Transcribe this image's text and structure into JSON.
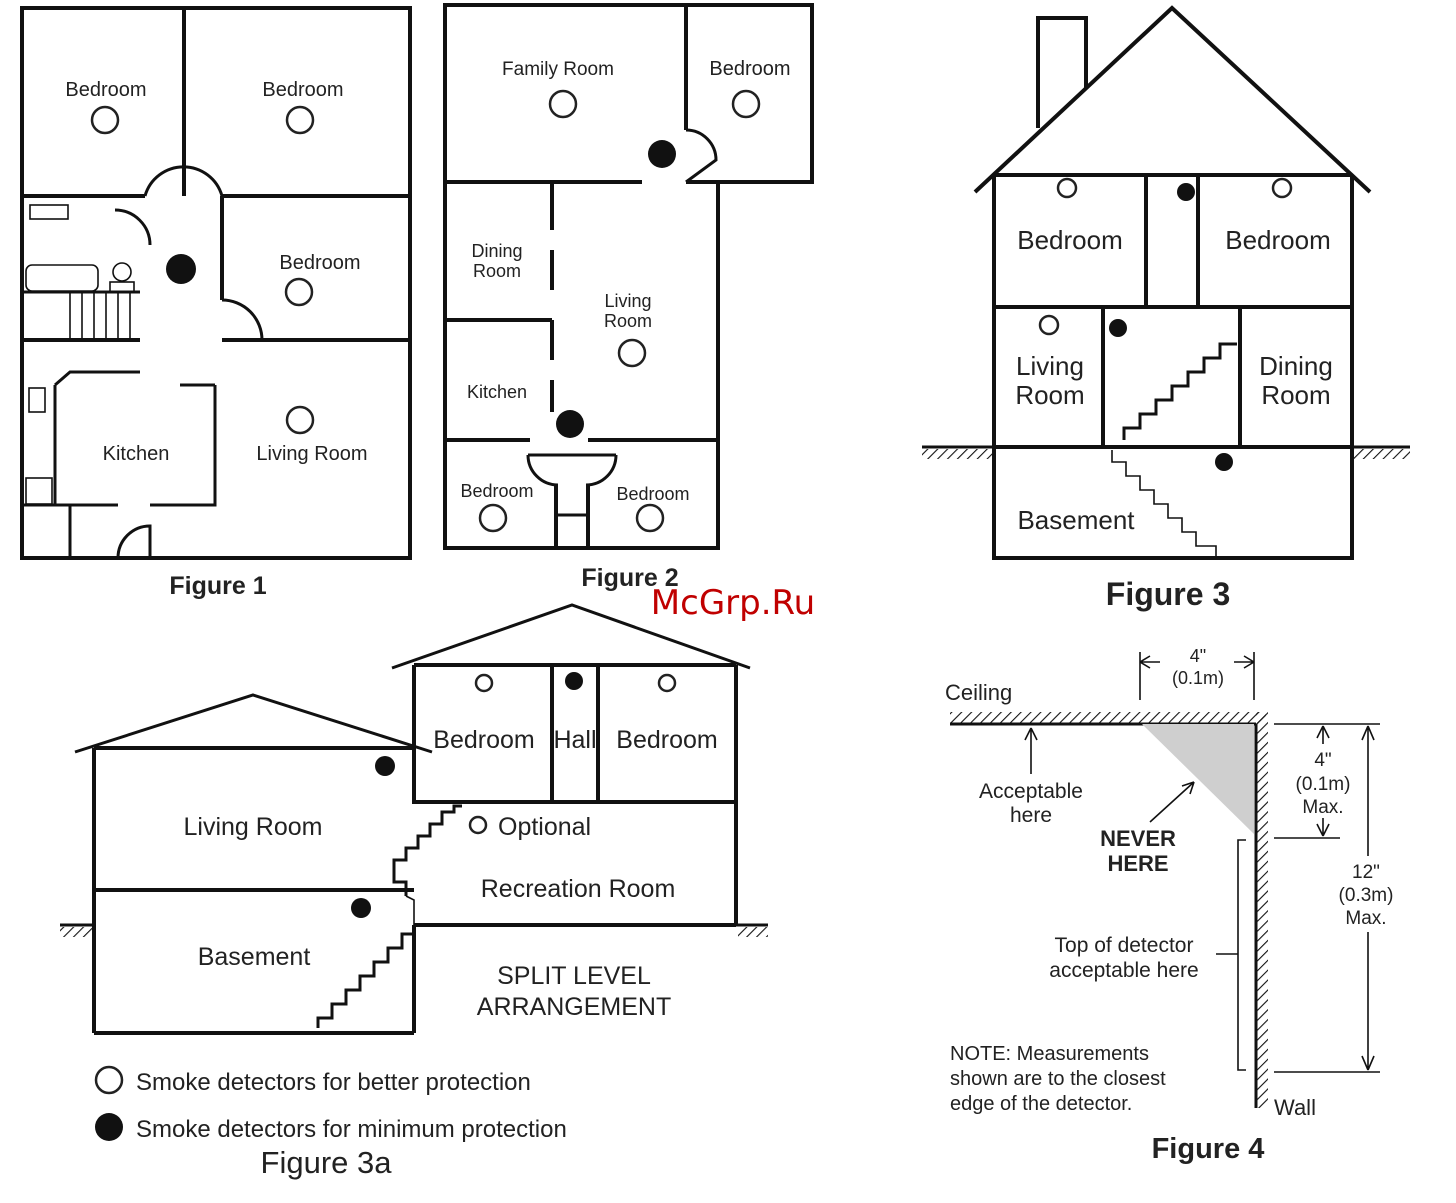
{
  "watermark": "McGrp.Ru",
  "figure1": {
    "caption": "Figure 1",
    "rooms": {
      "bedroom_a": "Bedroom",
      "bedroom_b": "Bedroom",
      "bedroom_c": "Bedroom",
      "kitchen": "Kitchen",
      "living": "Living Room"
    }
  },
  "figure2": {
    "caption": "Figure 2",
    "rooms": {
      "family": "Family Room",
      "bedroom_top": "Bedroom",
      "dining_1": "Dining",
      "dining_2": "Room",
      "living_1": "Living",
      "living_2": "Room",
      "kitchen": "Kitchen",
      "bedroom_left": "Bedroom",
      "bedroom_right": "Bedroom"
    }
  },
  "figure3": {
    "caption": "Figure 3",
    "rooms": {
      "bedroom_left": "Bedroom",
      "bedroom_right": "Bedroom",
      "living_1": "Living",
      "living_2": "Room",
      "dining_1": "Dining",
      "dining_2": "Room",
      "basement": "Basement"
    }
  },
  "figure3a": {
    "caption": "Figure 3a",
    "rooms": {
      "bedroom_left": "Bedroom",
      "hall": "Hall",
      "bedroom_right": "Bedroom",
      "living": "Living Room",
      "optional": "Optional",
      "recreation": "Recreation Room",
      "basement": "Basement"
    },
    "arrangement_1": "SPLIT LEVEL",
    "arrangement_2": "ARRANGEMENT"
  },
  "legend": {
    "better": "Smoke detectors for better protection",
    "minimum": "Smoke detectors for minimum protection"
  },
  "figure4": {
    "caption": "Figure 4",
    "ceiling": "Ceiling",
    "wall": "Wall",
    "top_dim_1": "4\"",
    "top_dim_2": "(0.1m)",
    "acceptable_1": "Acceptable",
    "acceptable_2": "here",
    "never_1": "NEVER",
    "never_2": "HERE",
    "side_dim_1": "4\"",
    "side_dim_2": "(0.1m)",
    "side_dim_3": "Max.",
    "long_dim_1": "12\"",
    "long_dim_2": "(0.3m)",
    "long_dim_3": "Max.",
    "top_detector_1": "Top of detector",
    "top_detector_2": "acceptable here",
    "note_1": "NOTE: Measurements",
    "note_2": "shown are to the closest",
    "note_3": "edge of the detector."
  }
}
